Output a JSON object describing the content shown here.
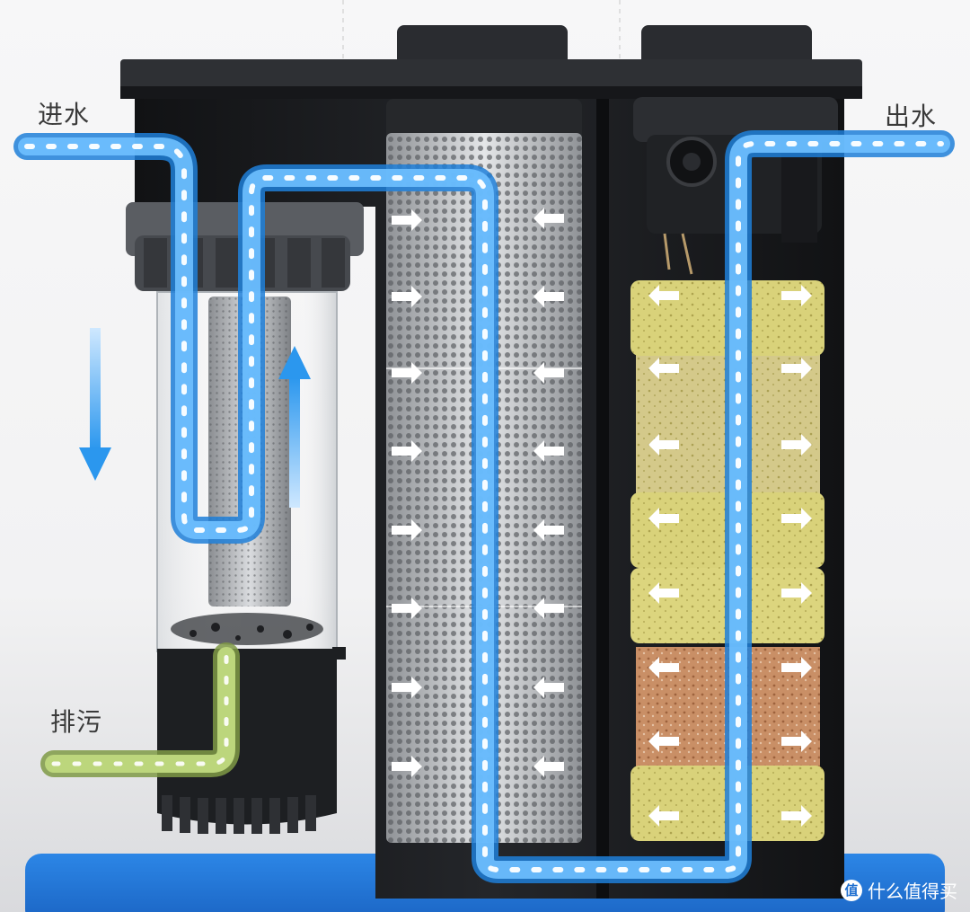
{
  "labels": {
    "inlet": "进水",
    "outlet": "出水",
    "drain": "排污"
  },
  "watermark": {
    "badge": "值",
    "text": "什么值得买"
  },
  "colors": {
    "water": "#3a9ff0",
    "water_light": "#9fd4ff",
    "waste": "#a9c46a",
    "banner": "#1f6fd0",
    "housing": "#1a1c1f",
    "sponge": "#d9d27a",
    "ceramic": "#c8916a"
  }
}
